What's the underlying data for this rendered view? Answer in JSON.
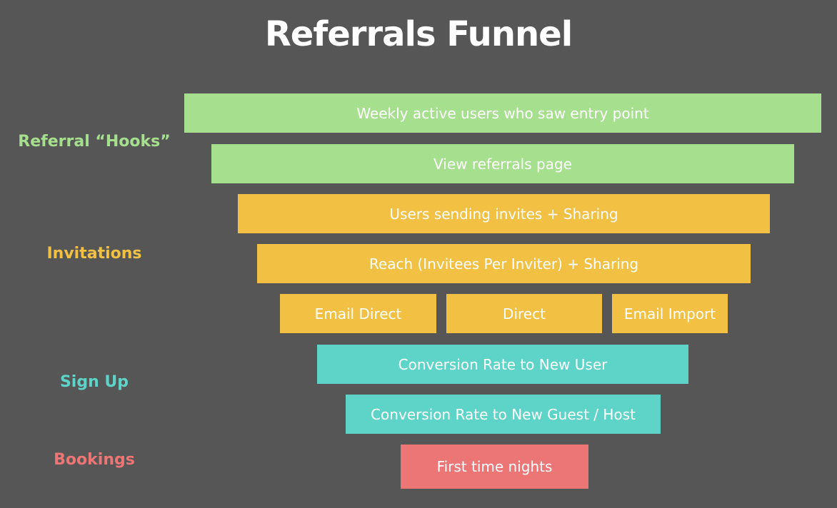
{
  "title": "Referrals Funnel",
  "colors": {
    "background": "#565656",
    "hooks": "#a6e08e",
    "invitations": "#f2c043",
    "signup": "#5ed3c8",
    "bookings": "#ec7576"
  },
  "stages": {
    "hooks": "Referral “Hooks”",
    "invitations": "Invitations",
    "signup": "Sign Up",
    "bookings": "Bookings"
  },
  "bars": {
    "weekly_active": "Weekly active users who saw entry point",
    "view_referrals": "View referrals page",
    "users_sending": "Users sending invites + Sharing",
    "reach": "Reach (Invitees Per Inviter) + Sharing",
    "email_direct": "Email Direct",
    "direct": "Direct",
    "email_import": "Email Import",
    "conversion_new_user": "Conversion Rate to New User",
    "conversion_guest_host": "Conversion Rate to New Guest / Host",
    "first_time_nights": "First time nights"
  }
}
